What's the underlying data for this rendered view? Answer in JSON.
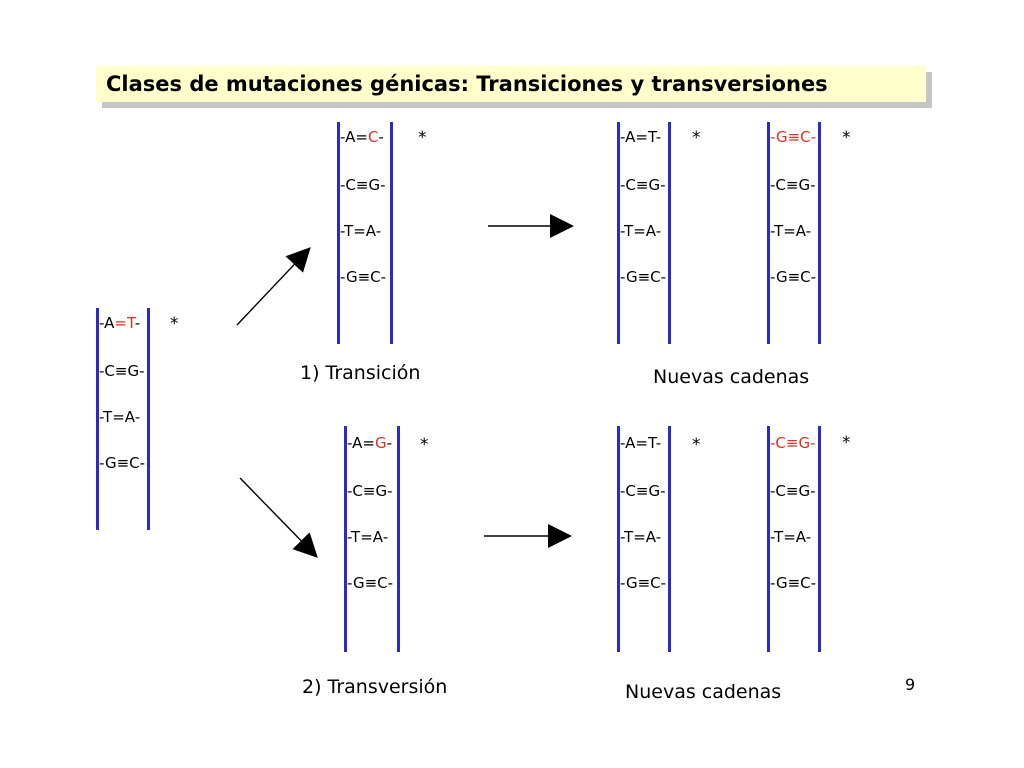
{
  "title": "Clases de mutaciones génicas: Transiciones y transversiones",
  "page_number": "9",
  "star": "*",
  "colors": {
    "rail": "#2a2ad0",
    "mutation": "#e0301e",
    "title_bg": "#ffffcc"
  },
  "captions": {
    "transition": "1) Transición",
    "transversion": "2) Transversión",
    "new_chains_top": "Nuevas cadenas",
    "new_chains_bottom": "Nuevas cadenas"
  },
  "ladders": {
    "original": [
      {
        "b1": "A",
        "bond": "=",
        "b2": "T"
      },
      {
        "b1": "C",
        "bond": "≡",
        "b2": "G"
      },
      {
        "b1": "T",
        "bond": "=",
        "b2": "A"
      },
      {
        "b1": "G",
        "bond": "≡",
        "b2": "C"
      }
    ],
    "transition": [
      {
        "b1": "A",
        "bond": "=",
        "b2": "C"
      },
      {
        "b1": "C",
        "bond": "≡",
        "b2": "G"
      },
      {
        "b1": "T",
        "bond": "=",
        "b2": "A"
      },
      {
        "b1": "G",
        "bond": "≡",
        "b2": "C"
      }
    ],
    "transition_new_1": [
      {
        "b1": "A",
        "bond": "=",
        "b2": "T"
      },
      {
        "b1": "C",
        "bond": "≡",
        "b2": "G"
      },
      {
        "b1": "T",
        "bond": "=",
        "b2": "A"
      },
      {
        "b1": "G",
        "bond": "≡",
        "b2": "C"
      }
    ],
    "transition_new_2": [
      {
        "b1": "G",
        "bond": "≡",
        "b2": "C"
      },
      {
        "b1": "C",
        "bond": "≡",
        "b2": "G"
      },
      {
        "b1": "T",
        "bond": "=",
        "b2": "A"
      },
      {
        "b1": "G",
        "bond": "≡",
        "b2": "C"
      }
    ],
    "transversion": [
      {
        "b1": "A",
        "bond": "=",
        "b2": "G"
      },
      {
        "b1": "C",
        "bond": "≡",
        "b2": "G"
      },
      {
        "b1": "T",
        "bond": "=",
        "b2": "A"
      },
      {
        "b1": "G",
        "bond": "≡",
        "b2": "C"
      }
    ],
    "transversion_new_1": [
      {
        "b1": "A",
        "bond": "=",
        "b2": "T"
      },
      {
        "b1": "C",
        "bond": "≡",
        "b2": "G"
      },
      {
        "b1": "T",
        "bond": "=",
        "b2": "A"
      },
      {
        "b1": "G",
        "bond": "≡",
        "b2": "C"
      }
    ],
    "transversion_new_2": [
      {
        "b1": "C",
        "bond": "≡",
        "b2": "G"
      },
      {
        "b1": "C",
        "bond": "≡",
        "b2": "G"
      },
      {
        "b1": "T",
        "bond": "=",
        "b2": "A"
      },
      {
        "b1": "G",
        "bond": "≡",
        "b2": "C"
      }
    ]
  }
}
